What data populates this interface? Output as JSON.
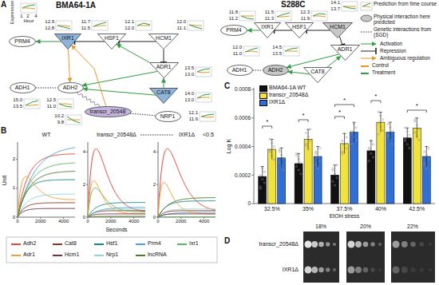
{
  "diagram": {
    "nodes": [
      {
        "text": [
          "PRM4"
        ]
      },
      {
        "text": [
          "IXR1"
        ]
      },
      {
        "text": [
          "HSF1"
        ]
      },
      {
        "text": [
          "HCM1"
        ]
      },
      {
        "text": [
          "ADR1"
        ]
      },
      {
        "text": [
          "ADH1"
        ]
      },
      {
        "text": [
          "ADH2"
        ]
      },
      {
        "text": [
          "CAT8"
        ]
      },
      {
        "text": [
          "transcr_20548"
        ]
      },
      {
        "text": [
          "NRP1"
        ]
      },
      {
        "text": [
          "PRM4"
        ]
      },
      {
        "text": [
          "IXR1"
        ]
      },
      {
        "text": [
          "HSF1"
        ]
      },
      {
        "text": [
          "HCM1"
        ]
      },
      {
        "text": [
          "ADR1"
        ]
      },
      {
        "text": [
          "ADH1"
        ]
      },
      {
        "text": [
          "ADH2"
        ]
      },
      {
        "text": [
          "CAT8"
        ]
      }
    ],
    "edges": [
      {
        "from": 1,
        "to": 0,
        "arrow": "to"
      },
      {
        "from": 2,
        "to": 1,
        "arrow": "to"
      },
      {
        "from": 3,
        "to": 2,
        "arrow": "to"
      },
      {
        "from": 3,
        "to": 4,
        "arrow": "to"
      },
      {
        "from": 4,
        "to": 2,
        "arrow": "to"
      },
      {
        "from": 4,
        "to": 6,
        "arrow": "to"
      },
      {
        "from": 7,
        "to": 6,
        "arrow": "to"
      },
      {
        "from": 7,
        "to": 4,
        "arrow": "to"
      },
      {
        "from": 5,
        "to": 6,
        "arrow": "none"
      },
      {
        "from": 1,
        "to": 6,
        "arrow": "to"
      },
      {
        "from": 8,
        "to": 1,
        "arrow": "to"
      },
      {
        "from": 8,
        "to": 6,
        "arrow": "none"
      },
      {
        "from": 8,
        "to": 9,
        "arrow": "none"
      },
      {
        "from": 11,
        "to": 10,
        "arrow": "to"
      },
      {
        "from": 12,
        "to": 11,
        "arrow": "to"
      },
      {
        "from": 13,
        "to": 12,
        "arrow": "to"
      },
      {
        "from": 13,
        "to": 14,
        "arrow": "to"
      },
      {
        "from": 14,
        "to": 16,
        "arrow": "to"
      },
      {
        "from": 17,
        "to": 16,
        "arrow": "to"
      },
      {
        "from": 17,
        "to": 14,
        "arrow": "to"
      },
      {
        "from": 15,
        "to": 16,
        "arrow": "none"
      }
    ],
    "labels": [
      "A",
      "BMA64-1A",
      "S288C",
      "Expression",
      "1",
      "2",
      "4",
      "Hour",
      "12.9",
      "12.8",
      "11.7",
      "11.5",
      "12.1",
      "12.0",
      "12.0",
      "11.1",
      "13.5",
      "13.0",
      "15.0",
      "13.5",
      "12.5",
      "11.0",
      "14.0",
      "13.0",
      "10.2",
      "9.8",
      "12.1",
      "11.6",
      "11.8",
      "11.2",
      "11.5",
      "11.3",
      "12.3",
      "11.9",
      "14.1",
      "13.7",
      "12.0",
      "11.0",
      "14.5",
      "13.5",
      "B",
      "WT",
      "transcr_20548Δ",
      "IXR1Δ",
      "<0.5",
      "Unit",
      "Seconds",
      "0",
      "1",
      "2",
      "0",
      "2000",
      "4000",
      "0",
      "2",
      "4",
      "0",
      "2000",
      "4000",
      "0",
      "2",
      "4",
      "0",
      "2000",
      "4000",
      "C",
      "Log K",
      "0.0008",
      "0.0006",
      "0.0004",
      "0.0002",
      "0",
      "32.5%",
      "35%",
      "37.5%",
      "40%",
      "42.5%",
      "EtOH stress",
      "*",
      "*",
      "*",
      "*",
      "*",
      "*",
      "D",
      "transcr_20548Δ",
      "IXR1Δ",
      "18%",
      "20%",
      "22%"
    ],
    "legend": [
      {
        "text": "Prediction from time course"
      },
      {
        "text": "Physical interaction here predicted"
      },
      {
        "text": "Genetic interactions from (SGD)"
      },
      {
        "text": "Activation"
      },
      {
        "text": "Repression"
      },
      {
        "text": "Ambiguous regulation"
      },
      {
        "text": "Control",
        "color": "#e8952a"
      },
      {
        "text": "Treatment",
        "color": "#2e9e3e"
      },
      {
        "text": "Adh2",
        "color": "#e8453c"
      },
      {
        "text": "Cat8",
        "color": "#8b3a1a"
      },
      {
        "text": "Hsf1",
        "color": "#138a8a"
      },
      {
        "text": "Prm4",
        "color": "#4aa3df"
      },
      {
        "text": "Ixr1",
        "color": "#5cb85c"
      },
      {
        "text": "Adr1",
        "color": "#f0a030"
      },
      {
        "text": "Hcm1",
        "color": "#7b2d43"
      },
      {
        "text": "Nrp1",
        "color": "#8ad8e0"
      },
      {
        "text": "lncRNA",
        "color": "#4f7a28"
      },
      {
        "text": "BMA64-1A WT",
        "color": "#111111"
      },
      {
        "text": "transcr_20548Δ",
        "color": "#f2e33a"
      },
      {
        "text": "IXR1Δ",
        "color": "#2f6fd6"
      }
    ]
  }
}
